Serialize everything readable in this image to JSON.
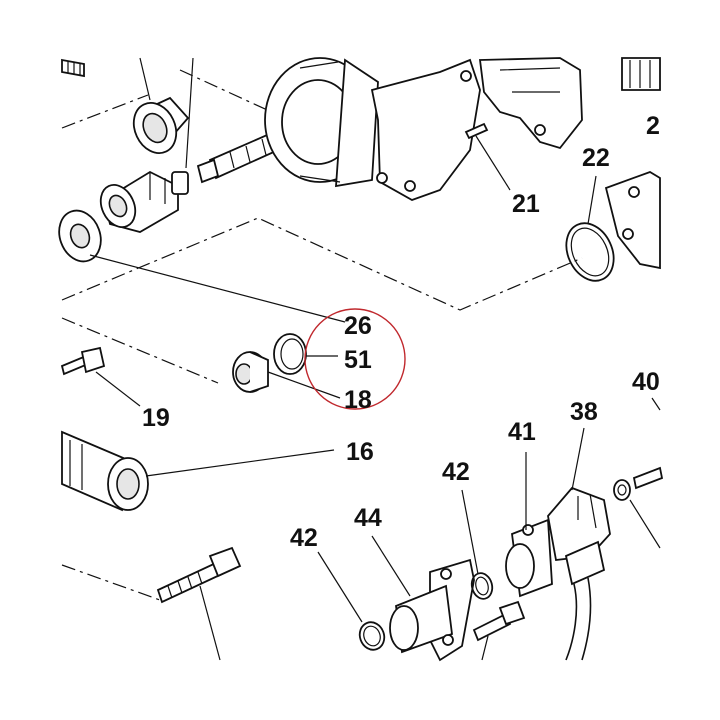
{
  "callouts": {
    "c22": "22",
    "c21": "21",
    "c26": "26",
    "c51": "51",
    "c18": "18",
    "c19": "19",
    "c16": "16",
    "c40": "40",
    "c38": "38",
    "c41": "41",
    "c42a": "42",
    "c42b": "42",
    "c44": "44",
    "c2x": "2"
  },
  "colors": {
    "line": "#111111",
    "highlight_circle": "#c0282d",
    "background": "#ffffff"
  }
}
